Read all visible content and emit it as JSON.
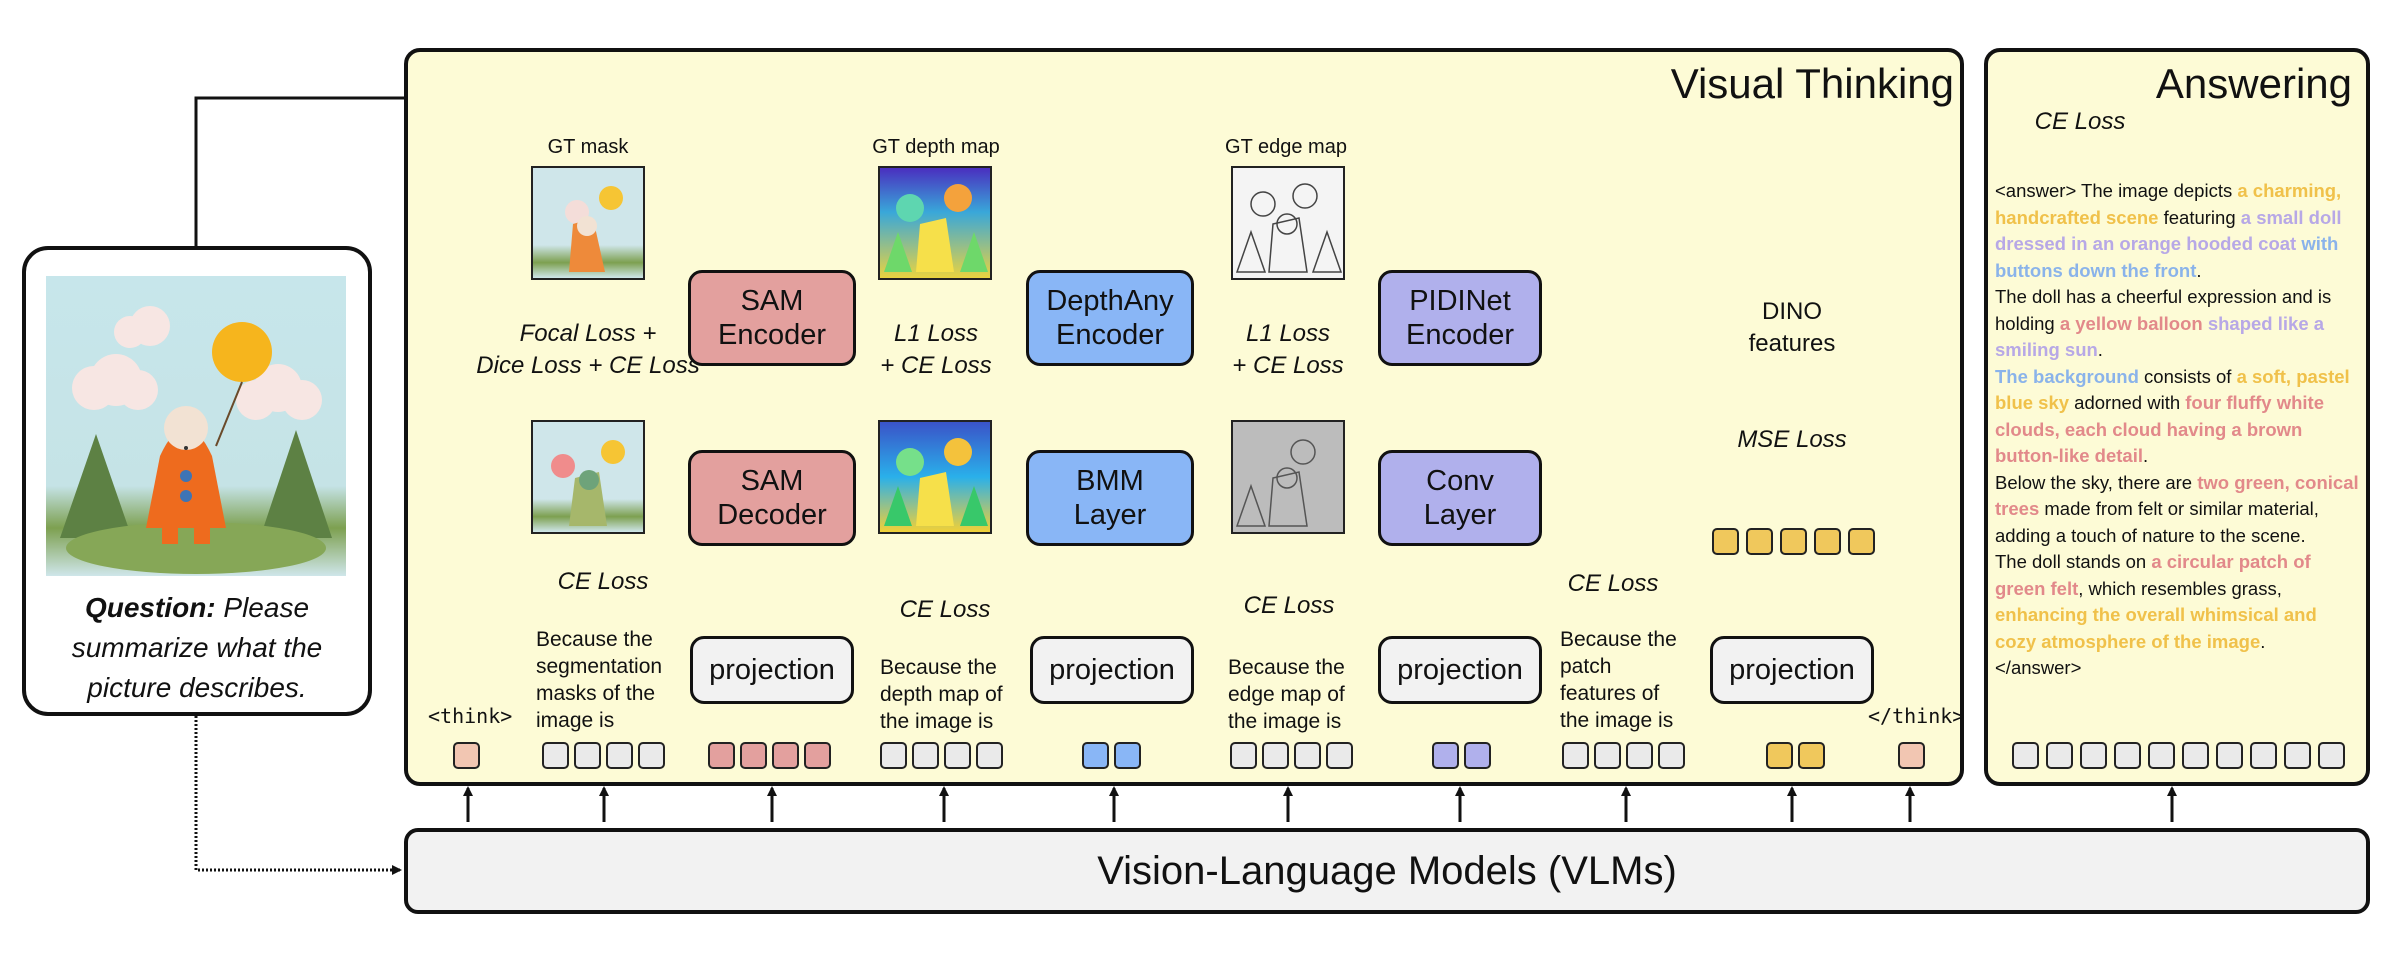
{
  "visual_panel": {
    "title": "Visual Thinking"
  },
  "answer_panel": {
    "title": "Answering",
    "loss": "CE Loss"
  },
  "question": {
    "label": "Question:",
    "text": "Please summarize what the picture describes."
  },
  "vlm": {
    "label": "Vision-Language Models (VLMs)"
  },
  "tags": {
    "think_open": "<think>",
    "think_close": "</think>"
  },
  "branches": {
    "sam": {
      "encoder": "SAM\nEncoder",
      "decoder": "SAM\nDecoder",
      "gt_label": "GT mask",
      "top_loss": "Focal Loss +\nDice Loss + CE Loss",
      "ce_loss": "CE Loss",
      "text": "Because the\nsegmentation\nmasks of the\nimage is",
      "color": "#e4a09e"
    },
    "depth": {
      "encoder": "DepthAny\nEncoder",
      "layer": "BMM\nLayer",
      "gt_label": "GT depth map",
      "top_loss": "L1 Loss\n+ CE Loss",
      "ce_loss": "CE Loss",
      "text": "Because the\ndepth map of\nthe image is",
      "color": "#8ab7f7"
    },
    "edge": {
      "encoder": "PIDINet\nEncoder",
      "layer": "Conv\nLayer",
      "gt_label": "GT  edge map",
      "top_loss": "L1 Loss\n+ CE Loss",
      "ce_loss": "CE Loss",
      "text": "Because the\nedge map of\nthe image is",
      "color": "#b0b0ec"
    },
    "dino": {
      "features": "DINO\nfeatures",
      "loss": "MSE Loss",
      "ce_loss": "CE Loss",
      "text": "Because the\npatch\nfeatures of\nthe image is",
      "color": "#f0c85c"
    }
  },
  "projection_label": "projection",
  "answer_text": [
    [
      {
        "t": "<answer> The image depicts "
      },
      {
        "t": "a charming, handcrafted scene",
        "c": "y"
      },
      {
        "t": " featuring "
      },
      {
        "t": "a small doll dressed in an orange hooded coat",
        "c": "v"
      },
      {
        "t": " with buttons down the front",
        "c": "b"
      },
      {
        "t": "."
      }
    ],
    [
      {
        "t": "The doll has a cheerful expression and is holding "
      },
      {
        "t": "a yellow balloon",
        "c": "p"
      },
      {
        "t": " shaped like a smiling sun",
        "c": "v"
      },
      {
        "t": "."
      }
    ],
    [
      {
        "t": "The background",
        "c": "b"
      },
      {
        "t": " consists of "
      },
      {
        "t": "a soft, pastel blue sky",
        "c": "y"
      },
      {
        "t": " adorned with "
      },
      {
        "t": "four fluffy white clouds, each cloud having a brown button-like detail",
        "c": "p"
      },
      {
        "t": "."
      }
    ],
    [
      {
        "t": "Below the sky, there are "
      },
      {
        "t": "two green, conical trees",
        "c": "p"
      },
      {
        "t": " made from felt or similar material, adding a touch of nature to the scene."
      }
    ],
    [
      {
        "t": "The doll stands on "
      },
      {
        "t": "a circular patch of green felt",
        "c": "p"
      },
      {
        "t": ", which resembles grass, "
      },
      {
        "t": "enhancing the overall whimsical and cozy atmosphere of the image",
        "c": "y"
      },
      {
        "t": "."
      }
    ],
    [
      {
        "t": "</answer>"
      }
    ]
  ]
}
